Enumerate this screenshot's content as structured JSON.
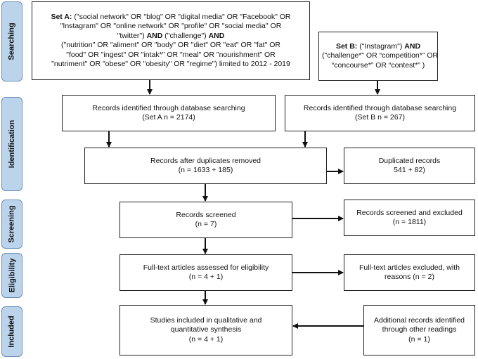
{
  "phases": [
    "Searching",
    "Identification",
    "Screening",
    "Eligibility",
    "Included"
  ],
  "set_a": {
    "label": "Set A:",
    "lines": [
      "(\"social network\" OR \"blog\" OR \"digital media\" OR \"Facebook\" OR",
      "\"Instagram\" OR \"online network\" OR \"profile\" OR \"social media\" OR",
      "\"twitter\")",
      "AND",
      "(\"challenge\")",
      "(\"nutrition\" OR \"aliment\" OR \"body\" OR \"diet\" OR \"eat\" OR \"fat\" OR",
      "\"food\" OR \"ingest\" OR \"intak*\" OR \"meal\" OR \"nourishment\" OR",
      "\"nutriment\" OR \"obese\" OR \"obesity\" OR \"regime\") limited to 2012 - 2019"
    ]
  },
  "set_b": {
    "label": "Set B:",
    "lines": [
      "(\"Instagram\")",
      "AND",
      "(\"challenge*\" OR “competition*” OR",
      "“concourse*” OR “contest*” )"
    ]
  },
  "records_a": [
    "Records identified through database searching",
    "(Set A n =  2174)"
  ],
  "records_b": [
    "Records identified through database searching",
    "(Set B n =  267)"
  ],
  "after_dup": [
    "Records after duplicates removed",
    "(n =  1633 + 185)"
  ],
  "duplicated": [
    "Duplicated records",
    "541 + 82)"
  ],
  "screened": [
    "Records screened",
    "(n = 7)"
  ],
  "screened_excluded": [
    "Records screened  and excluded",
    "(n = 1811)"
  ],
  "fulltext": [
    "Full-text articles assessed for eligibility",
    "(n = 4 + 1)"
  ],
  "fulltext_excluded": [
    "Full-text articles excluded, with",
    "reasons (n = 2)"
  ],
  "included": [
    "Studies included in qualitative and",
    "quantitative synthesis",
    "(n = 4 + 1)"
  ],
  "additional": [
    "Additional records identified",
    "through other readings",
    "(n = 1)"
  ]
}
